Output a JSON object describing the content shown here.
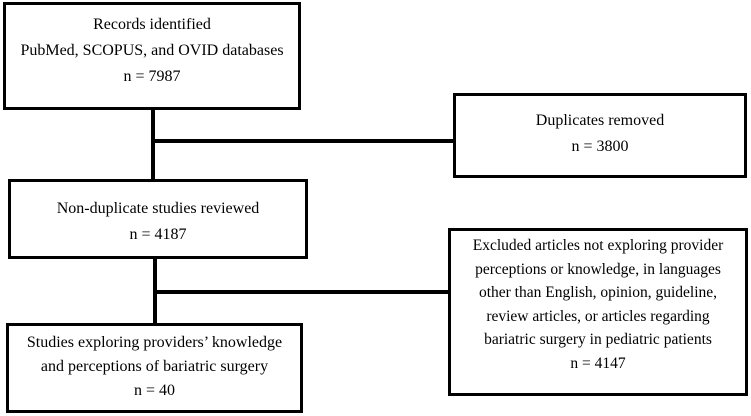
{
  "flowchart": {
    "records_box": {
      "line1": "Records identified",
      "line2": "PubMed, SCOPUS, and OVID databases",
      "line3": "n = 7987"
    },
    "duplicates_box": {
      "line1": "Duplicates removed",
      "line2": "n = 3800"
    },
    "reviewed_box": {
      "line1": "Non-duplicate studies reviewed",
      "line2": "n = 4187"
    },
    "excluded_box": {
      "line1": "Excluded articles not exploring provider",
      "line2": "perceptions or knowledge, in languages",
      "line3": "other than English, opinion, guideline,",
      "line4": "review articles, or articles regarding",
      "line5": "bariatric surgery in pediatric patients",
      "line6": "n = 4147"
    },
    "included_box": {
      "line1": "Studies exploring providers’ knowledge",
      "line2": "and perceptions of bariatric surgery",
      "line3": "n = 40"
    },
    "colors": {
      "line": "#000000",
      "box_border": "#000000",
      "background": "#ffffff",
      "text": "#000000"
    }
  }
}
